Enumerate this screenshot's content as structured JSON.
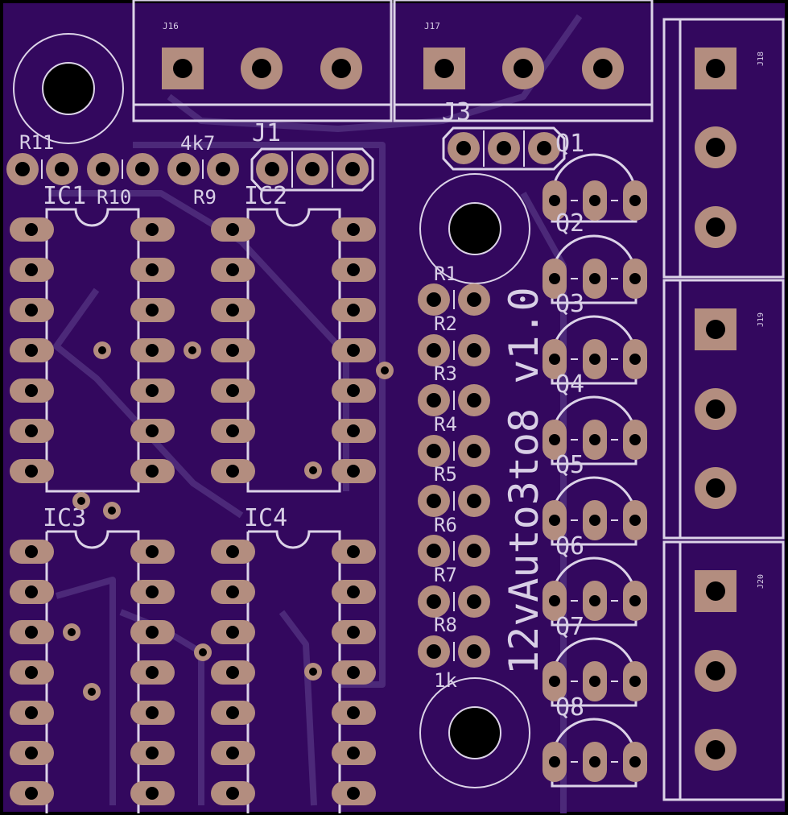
{
  "board": {
    "title": "12vAuto3to8 v1.0",
    "colors": {
      "background": "#000000",
      "board": "#33085e",
      "trace": "#4c2979",
      "silk": "#dcd3e8",
      "pad": "#b38d7f",
      "hole": "#000000",
      "text": "#d8cfe6"
    }
  },
  "labels": {
    "j16": "J16",
    "j17": "J17",
    "j18": "J18",
    "j19": "J19",
    "j20": "J20",
    "j1": "J1",
    "j3": "J3",
    "r11": "R11",
    "r10": "R10",
    "r9": "R9",
    "r9_value": "4k7",
    "ic1": "IC1",
    "ic2": "IC2",
    "ic3": "IC3",
    "ic4": "IC4",
    "r1": "R1",
    "r2": "R2",
    "r3": "R3",
    "r4": "R4",
    "r5": "R5",
    "r6": "R6",
    "r7": "R7",
    "r8": "R8",
    "r8_value": "1k",
    "q1": "Q1",
    "q2": "Q2",
    "q3": "Q3",
    "q4": "Q4",
    "q5": "Q5",
    "q6": "Q6",
    "q7": "Q7",
    "q8": "Q8"
  }
}
